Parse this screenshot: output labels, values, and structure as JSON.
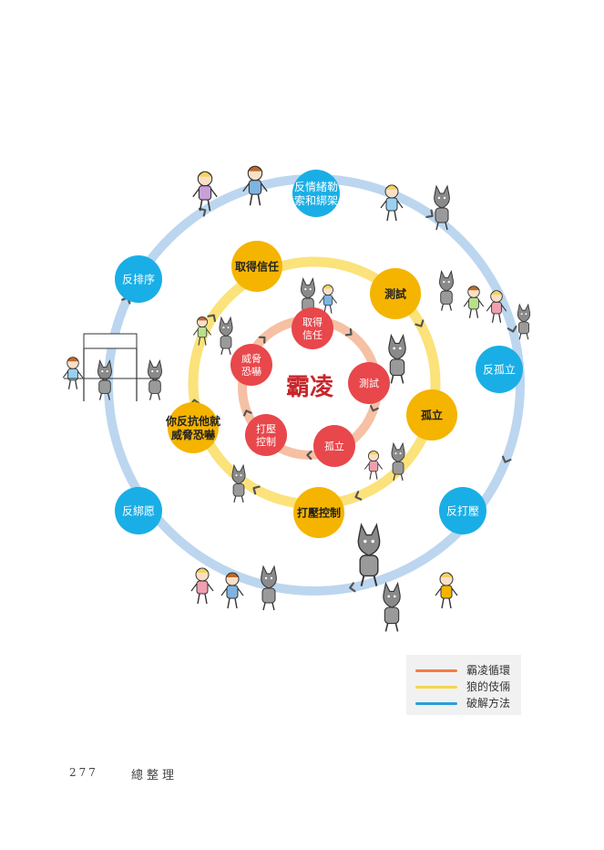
{
  "center_label": "霸凌",
  "outer_ring": {
    "color": "#bcd6ef",
    "node_color": "#1aaee6",
    "nodes": [
      {
        "label": "反情緒勒\n索和綁架"
      },
      {
        "label": "反孤立"
      },
      {
        "label": "反打壓"
      },
      {
        "label": "反綁愿"
      },
      {
        "label": "反排序"
      }
    ]
  },
  "middle_ring": {
    "color": "#fbe27a",
    "node_color": "#f5b400",
    "nodes": [
      {
        "label": "取得信任"
      },
      {
        "label": "測試"
      },
      {
        "label": "孤立"
      },
      {
        "label": "打壓控制"
      },
      {
        "label": "你反抗他就\n威脅恐嚇"
      }
    ]
  },
  "inner_ring": {
    "color": "#f6c0a4",
    "node_color": "#e8474b",
    "nodes": [
      {
        "label": "取得\n信任"
      },
      {
        "label": "測試"
      },
      {
        "label": "孤立"
      },
      {
        "label": "打壓\n控制"
      },
      {
        "label": "威脅\n恐嚇"
      }
    ]
  },
  "legend": {
    "items": [
      {
        "label": "霸凌循環",
        "color": "#ef7d47"
      },
      {
        "label": "狼的伎倆",
        "color": "#f6d64a"
      },
      {
        "label": "破解方法",
        "color": "#2a9fd8"
      }
    ]
  },
  "footer": {
    "page_number": "277",
    "title": "總整理"
  }
}
